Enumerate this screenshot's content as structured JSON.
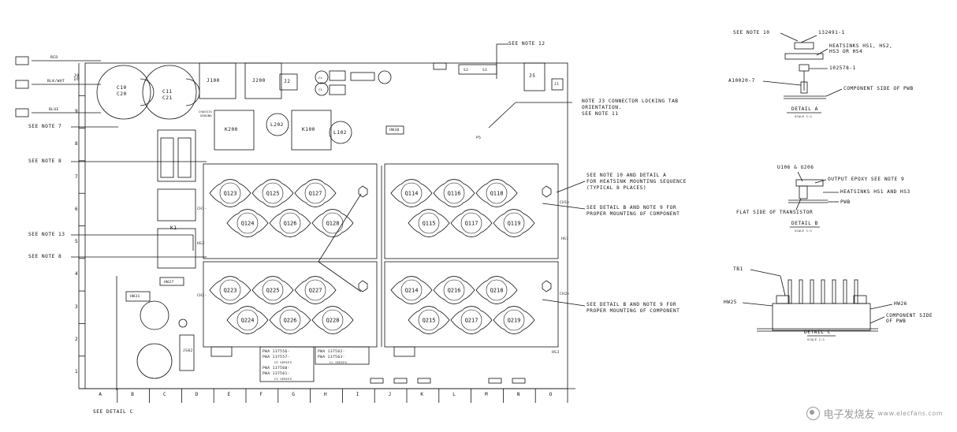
{
  "notes": {
    "note12": "SEE NOTE 12",
    "note7": "SEE NOTE 7",
    "note8a": "SEE NOTE 8",
    "note13": "SEE NOTE 13",
    "note8b": "SEE NOTE 8",
    "detailC": "SEE DETAIL C",
    "j3_line1": "NOTE J3 CONNECTOR LOCKING TAB",
    "j3_line2": "ORIENTATION.",
    "j3_line3": "SEE NOTE 11",
    "hs_line1": "SEE NOTE 10 AND DETAIL A",
    "hs_line2": "FOR HEATSINK MOUNTING SEQUENCE",
    "hs_line3": "(TYPICAL 8 PLACES)",
    "db1_line1": "SEE DETAIL B AND NOTE 9 FOR",
    "db1_line2": "PROPER MOUNTING OF COMPONENT",
    "db2_line1": "SEE DETAIL B AND NOTE 9 FOR",
    "db2_line2": "PROPER MOUNTING OF COMPONENT"
  },
  "wires": {
    "red": "RED",
    "blk": "BLK/WHT",
    "blue": "BLUE",
    "v10": "10"
  },
  "components": {
    "c10": "C10",
    "c20": "C20",
    "c11": "C11",
    "c21": "C21",
    "j100": "J100",
    "j200": "J200",
    "j2": "J2",
    "j5": "J5",
    "j1": "J1",
    "k200": "K200",
    "k100": "K100",
    "l202": "L202",
    "l102": "L102",
    "k1": "K1",
    "hw30": "HW30",
    "hw27": "HW27",
    "hw31": "HW31",
    "s2": "S2",
    "s1": "S1",
    "p5": "P5",
    "js02": "JS02",
    "chassis": "CHASSIS",
    "ground": "GROUND",
    "c4": "C4",
    "c5": "C5"
  },
  "transistors_top_left": [
    "Q123",
    "Q125",
    "Q127",
    "Q124",
    "Q126",
    "Q128"
  ],
  "transistors_top_right": [
    "Q114",
    "Q116",
    "Q118",
    "Q115",
    "Q117",
    "Q119"
  ],
  "transistors_bot_left": [
    "Q223",
    "Q225",
    "Q227",
    "Q224",
    "Q226",
    "Q228"
  ],
  "transistors_bot_right": [
    "Q214",
    "Q216",
    "Q218",
    "Q215",
    "Q217",
    "Q219"
  ],
  "heatsinks": {
    "hs1": "HS1",
    "hs2": "HS2",
    "hs3": "HS3",
    "ch1m": "CH1-",
    "ch1p": "CH1+",
    "ch2m": "CH2-",
    "ch2p": "CH2+"
  },
  "pwa": {
    "l1": "PWA 137556-",
    "l2": "PWA 137557-",
    "ce": "CE SERIES",
    "l3": "PWA 137560-",
    "l4": "PWA 137561-",
    "cv": "CV SERIES",
    "r1": "PWA 137562-",
    "r2": "PWA 137563-",
    "cl": "CL SERIES"
  },
  "bottom_axis": [
    "A",
    "B",
    "C",
    "D",
    "E",
    "F",
    "G",
    "H",
    "I",
    "J",
    "K",
    "L",
    "M",
    "N",
    "O"
  ],
  "left_axis": [
    "10",
    "9",
    "8",
    "7",
    "6",
    "5",
    "4",
    "3",
    "2",
    "1"
  ],
  "detail_a": {
    "note": "SEE NOTE 10",
    "p1": "132491-1",
    "hs1": "HEATSINKS HS1, HS2,",
    "hs2": "HS3 OR HS4",
    "p2": "102578-1",
    "p3": "A10020-7",
    "pwb": "COMPONENT SIDE OF PWB",
    "title": "DETAIL A",
    "scale": "SCALE 1:1"
  },
  "detail_b": {
    "u": "U106 & U206",
    "epoxy": "OUTPUT EPOXY SEE NOTE 9",
    "hs": "HEATSINKS HS1 AND HS3",
    "pwb": "PWB",
    "flat": "FLAT SIDE OF TRANSISTOR",
    "title": "DETAIL B",
    "scale": "SCALE 1:1"
  },
  "detail_c": {
    "tb1": "TB1",
    "hw25": "HW25",
    "hw26": "HW26",
    "pwb1": "COMPONENT SIDE",
    "pwb2": "OF PWB",
    "title": "DETAIL C",
    "scale": "SCALE 1:1"
  },
  "watermark": {
    "cn": "电子发烧友",
    "en": "www.elecfans.com"
  }
}
